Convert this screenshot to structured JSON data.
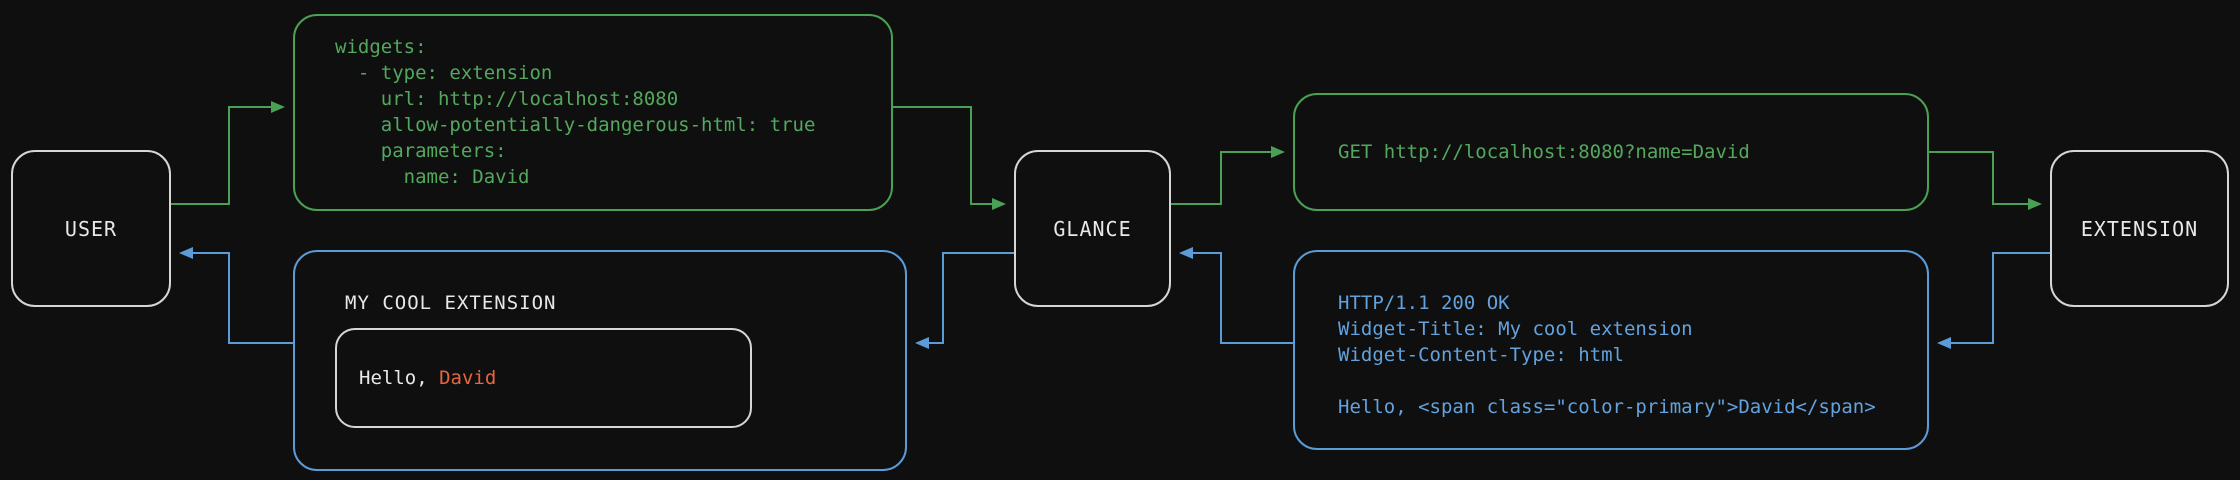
{
  "colors": {
    "background": "#0f0f0f",
    "green": "#4aa054",
    "blue": "#5b9bd8",
    "orange": "#e8653f",
    "text_light": "#e8e8e8"
  },
  "nodes": {
    "user": {
      "label": "USER"
    },
    "glance": {
      "label": "GLANCE"
    },
    "extension": {
      "label": "EXTENSION"
    }
  },
  "config_box": {
    "lines": [
      "widgets:",
      "  - type: extension",
      "    url: http://localhost:8080",
      "    allow-potentially-dangerous-html: true",
      "    parameters:",
      "      name: David"
    ]
  },
  "request_box": {
    "text": "GET http://localhost:8080?name=David"
  },
  "response_box": {
    "lines": [
      "HTTP/1.1 200 OK",
      "Widget-Title: My cool extension",
      "Widget-Content-Type: html",
      "",
      "Hello, <span class=\"color-primary\">David</span>"
    ]
  },
  "widget_preview": {
    "title": "MY COOL EXTENSION",
    "greeting_prefix": "Hello, ",
    "greeting_name": "David"
  }
}
